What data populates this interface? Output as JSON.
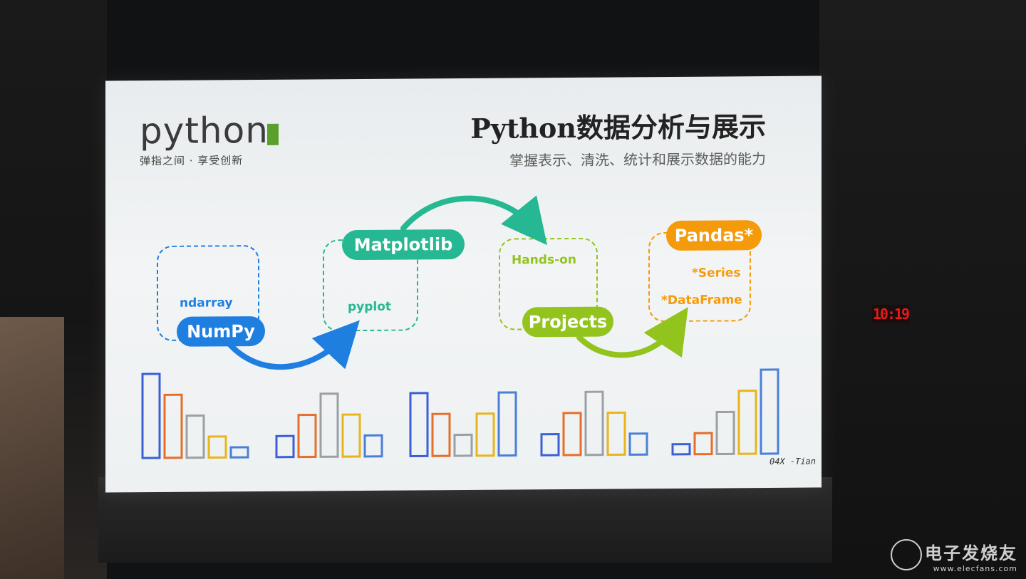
{
  "slide": {
    "logo_word": "pytho",
    "logo_last": "n",
    "logo_tagline": "弹指之间 · 享受创新",
    "title": "Python数据分析与展示",
    "subtitle": "掌握表示、清洗、统计和展示数据的能力",
    "signature": "04X -Tian"
  },
  "flow": {
    "numpy": {
      "label": "NumPy",
      "sub": "ndarray"
    },
    "matplotlib": {
      "label": "Matplotlib",
      "sub": "pyplot"
    },
    "projects": {
      "label": "Projects",
      "sub": "Hands-on"
    },
    "pandas": {
      "label": "Pandas*",
      "subs": [
        "*Series",
        "*DataFrame"
      ]
    }
  },
  "clock": {
    "time": "10:19"
  },
  "watermark": {
    "cn": "电子发烧友",
    "url": "www.elecfans.com"
  },
  "colors": {
    "blue": "#1f7fe0",
    "teal": "#25b892",
    "green": "#93c41e",
    "orange": "#f59a0a",
    "bar_blue": "#3c5fd6",
    "bar_orange": "#e66e2a",
    "bar_gray": "#9aa0a6",
    "bar_yellow": "#e8b51c",
    "bar_lightblue": "#4a7fd8"
  },
  "decor_bars": [
    [
      1.0,
      0.75,
      0.5,
      0.25,
      0.12
    ],
    [
      0.25,
      0.5,
      0.75,
      0.5,
      0.25
    ],
    [
      0.75,
      0.5,
      0.25,
      0.5,
      0.75
    ],
    [
      0.25,
      0.5,
      0.75,
      0.5,
      0.25
    ],
    [
      0.12,
      0.25,
      0.5,
      0.75,
      1.0
    ]
  ]
}
